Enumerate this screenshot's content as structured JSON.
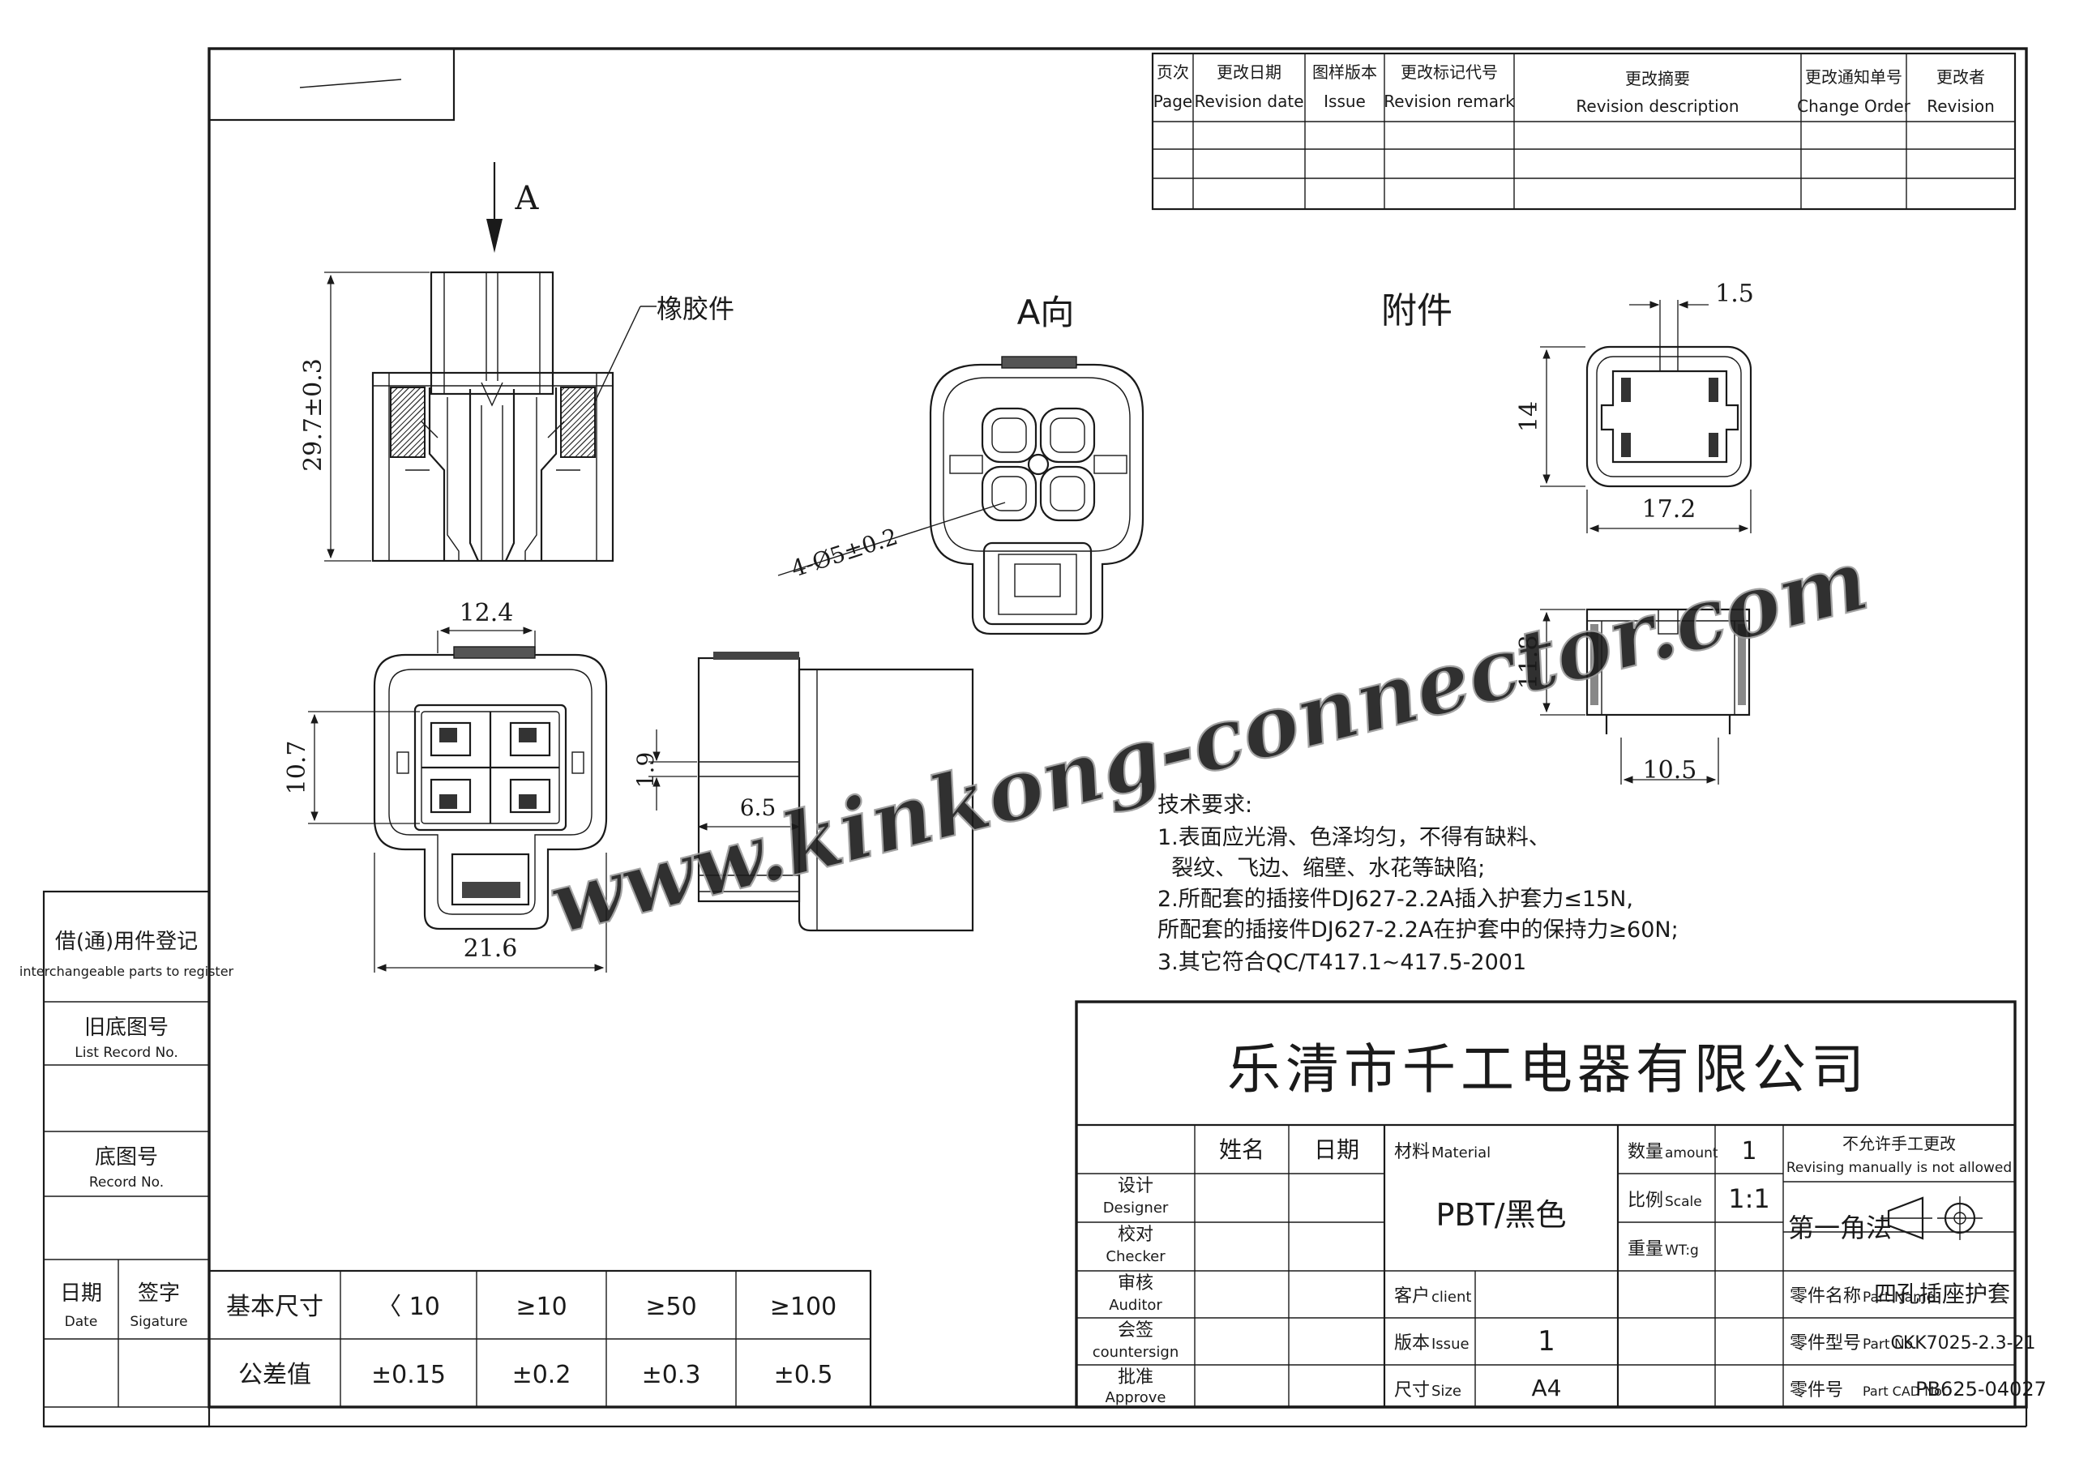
{
  "revision_table": {
    "headers": [
      {
        "cn": "页次",
        "en": "Page"
      },
      {
        "cn": "更改日期",
        "en": "Revision date"
      },
      {
        "cn": "图样版本",
        "en": "Issue"
      },
      {
        "cn": "更改标记代号",
        "en": "Revision remark"
      },
      {
        "cn": "更改摘要",
        "en": "Revision description"
      },
      {
        "cn": "更改通知单号",
        "en": "Change Order"
      },
      {
        "cn": "更改者",
        "en": "Revision"
      }
    ]
  },
  "views": {
    "view_arrow_label": "A",
    "rubber_part_label": "橡胶件",
    "view_a_title": "A向",
    "accessory_title": "附件"
  },
  "dimensions": {
    "height_total": "29.7±0.3",
    "width_top": "12.4",
    "height_face": "10.7",
    "width_bottom": "21.6",
    "hole_spec": "4-Ø5±0.2",
    "side_step": "1.9",
    "side_depth": "6.5",
    "acc_slot": "1.5",
    "acc_height": "14",
    "acc_width": "17.2",
    "acc_side_height": "11.8",
    "acc_side_width": "10.5"
  },
  "tech_requirements": {
    "title": "技术要求:",
    "lines": [
      "1.表面应光滑、色泽均匀，不得有缺料、",
      "  裂纹、飞边、缩壁、水花等缺陷;",
      "2.所配套的插接件DJ627-2.2A插入护套力≤15N,",
      "所配套的插接件DJ627-2.2A在护套中的保持力≥60N;",
      "3.其它符合QC/T417.1~417.5-2001"
    ]
  },
  "watermark": "www.kinkong-connector.com",
  "title_block": {
    "company": "乐清市千工电器有限公司",
    "name_header": "姓名",
    "date_header": "日期",
    "roles": [
      {
        "cn": "设计",
        "en": "Designer"
      },
      {
        "cn": "校对",
        "en": "Checker"
      },
      {
        "cn": "审核",
        "en": "Auditor"
      },
      {
        "cn": "会签",
        "en": "countersign"
      },
      {
        "cn": "批准",
        "en": "Approve"
      }
    ],
    "material_label": {
      "cn": "材料",
      "en": "Material"
    },
    "material_value": "PBT/黑色",
    "client_label": {
      "cn": "客户",
      "en": "client"
    },
    "issue_label": {
      "cn": "版本",
      "en": "Issue"
    },
    "issue_value": "1",
    "size_label": {
      "cn": "尺寸",
      "en": "Size"
    },
    "size_value": "A4",
    "amount_label": {
      "cn": "数量",
      "en": "amount"
    },
    "amount_value": "1",
    "scale_label": {
      "cn": "比例",
      "en": "Scale"
    },
    "scale_value": "1:1",
    "weight_label": {
      "cn": "重量",
      "en": "WT:g"
    },
    "no_manual_cn": "不允许手工更改",
    "no_manual_en": "Revising manually is not allowed",
    "projection": "第一角法",
    "part_name_label": {
      "cn": "零件名称",
      "en": "Part Name"
    },
    "part_name_value": "四孔插座护套",
    "part_no_label": {
      "cn": "零件型号",
      "en": "Part No."
    },
    "part_no_value": "CKK7025-2.3-21",
    "part_cad_label": {
      "cn": "零件号",
      "en": "Part CAD No."
    },
    "part_cad_value": "PB625-04027"
  },
  "tolerance_table": {
    "row1_label": "基本尺寸",
    "row2_label": "公差值",
    "ranges": [
      "〈 10",
      "≥10",
      "≥50",
      "≥100"
    ],
    "values": [
      "±0.15",
      "±0.2",
      "±0.3",
      "±0.5"
    ]
  },
  "left_strip": {
    "interchange_cn": "借(通)用件登记",
    "interchange_en": "interchangeable parts to register",
    "list_record_cn": "旧底图号",
    "list_record_en": "List Record No.",
    "record_cn": "底图号",
    "record_en": "Record No.",
    "date_cn": "日期",
    "date_en": "Date",
    "sign_cn": "签字",
    "sign_en": "Sigature"
  }
}
